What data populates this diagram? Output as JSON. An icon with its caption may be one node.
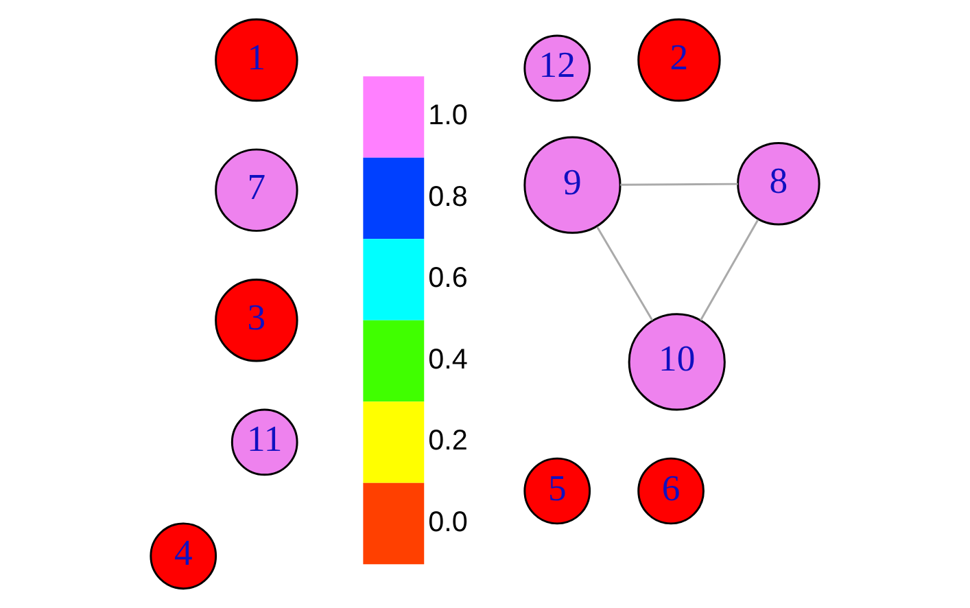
{
  "diagram": {
    "nodes": [
      {
        "text": [
          "11"
        ]
      },
      {
        "text": [
          "2"
        ]
      },
      {
        "text": [
          "1"
        ]
      },
      {
        "text": [
          "7"
        ]
      },
      {
        "text": [
          "5"
        ]
      },
      {
        "text": [
          "6"
        ]
      },
      {
        "text": [
          "12"
        ]
      },
      {
        "text": [
          "9"
        ]
      },
      {
        "text": [
          "4"
        ]
      },
      {
        "text": [
          "8"
        ]
      },
      {
        "text": [
          "10"
        ]
      },
      {
        "text": [
          "3"
        ]
      }
    ],
    "edges": [
      {
        "from": 9,
        "to": 7,
        "arrow": "none"
      },
      {
        "from": 9,
        "to": 10,
        "arrow": "none"
      },
      {
        "from": 7,
        "to": 10,
        "arrow": "none"
      }
    ],
    "labels": [
      "1.0",
      "0.8",
      "0.6",
      "0.4",
      "0.2",
      "0.0"
    ]
  }
}
